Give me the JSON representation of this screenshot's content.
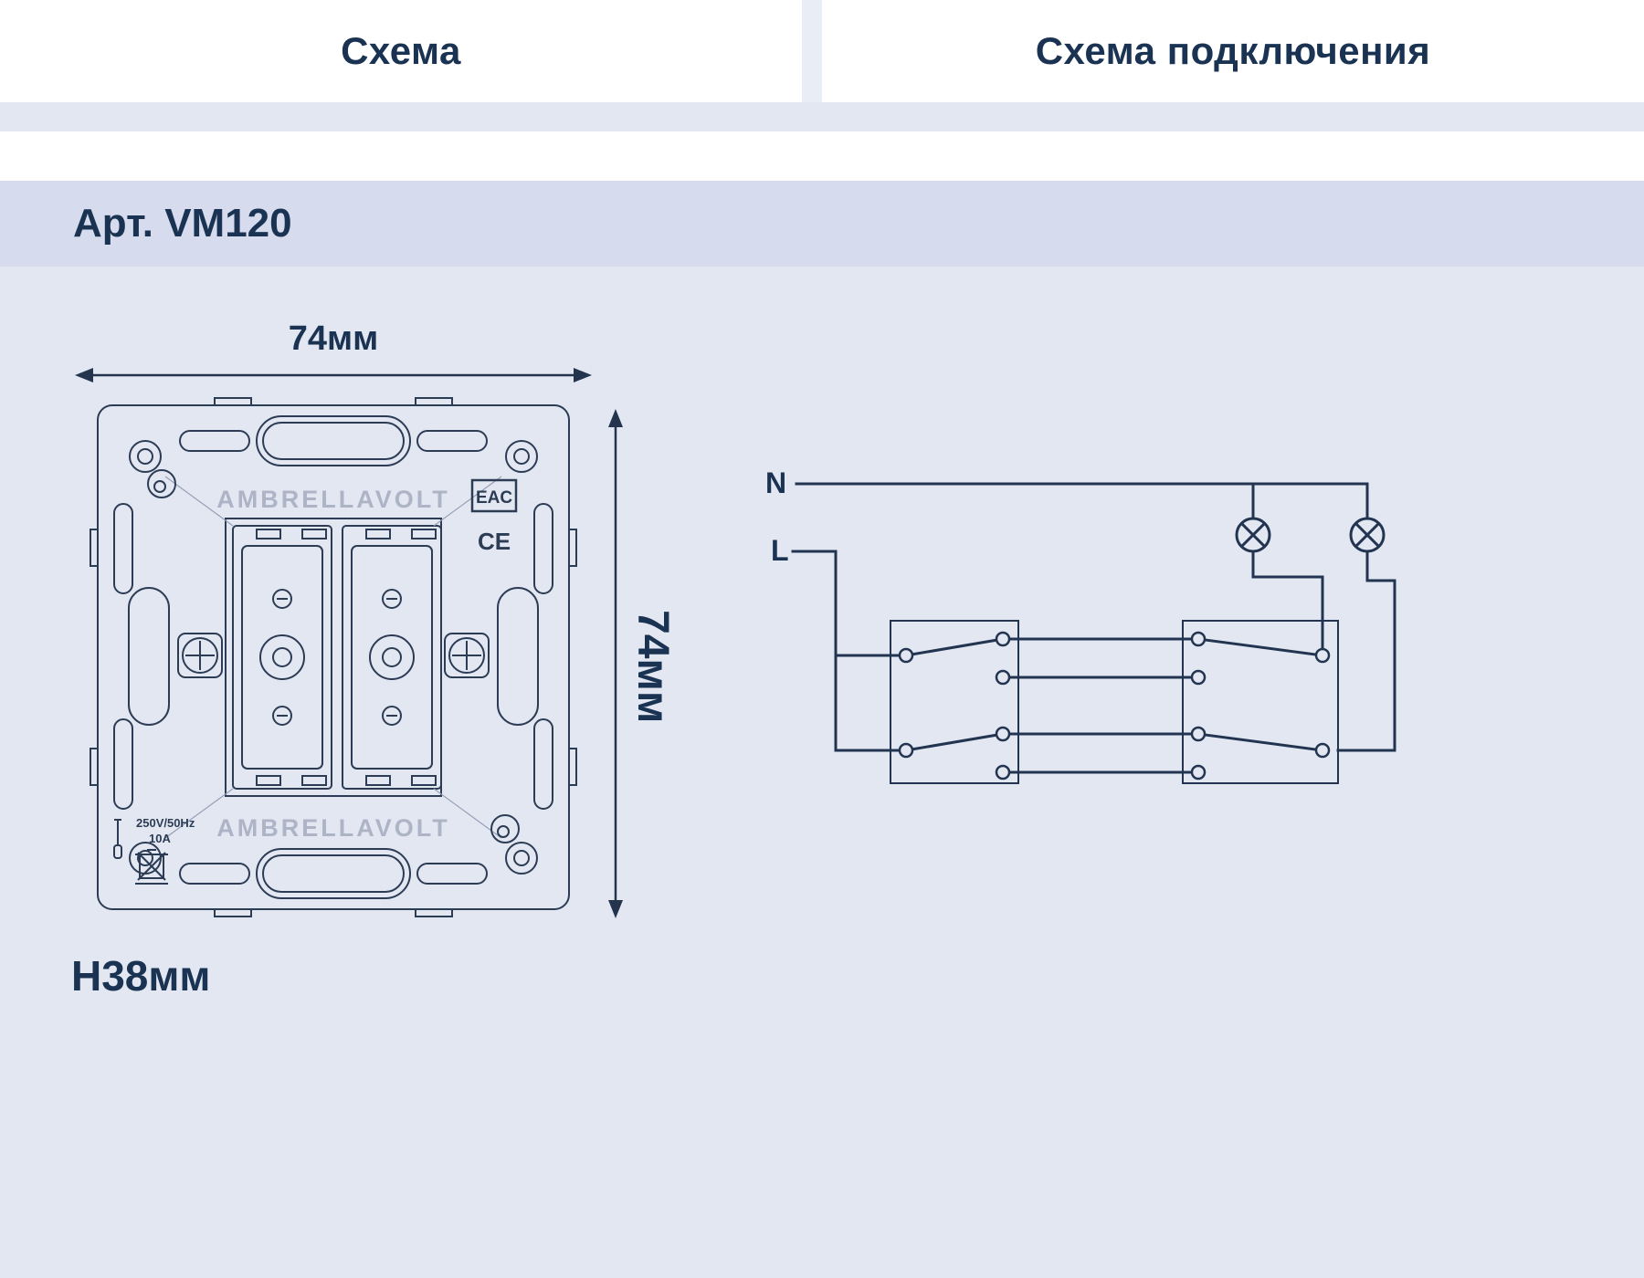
{
  "colors": {
    "page_bg": "#e3e7f2",
    "band_bg": "#d6dbee",
    "header_bg": "#ffffff",
    "ink": "#1b3352",
    "line": "#27374f",
    "brand_gray": "#adb4c6"
  },
  "header": {
    "left_title": "Схема",
    "right_title": "Схема подключения"
  },
  "product": {
    "article": "Арт. VM120",
    "width": "74мм",
    "height": "74мм",
    "depth": "H38мм"
  },
  "mechanism": {
    "brand_top": "AMBRELLAVOLT",
    "brand_bottom": "AMBRELLAVOLT",
    "eac": "EAC",
    "ce": "CE",
    "rating": "250V/50Hz",
    "current": "10A"
  },
  "wiring": {
    "neutral": "N",
    "live": "L"
  }
}
